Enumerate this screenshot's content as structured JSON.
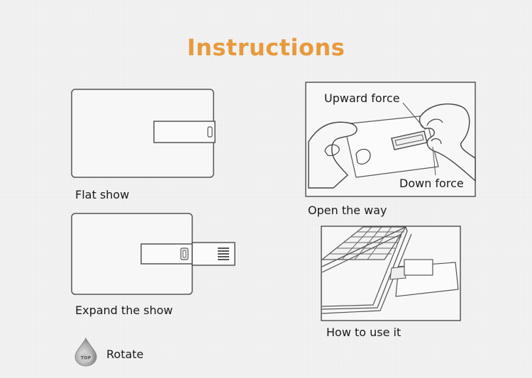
{
  "title": "Instructions",
  "captions": {
    "flat_show": "Flat show",
    "expand_show": "Expand the show",
    "open_way": "Open the way",
    "how_to_use": "How to use it",
    "rotate": "Rotate"
  },
  "callouts": {
    "upward_force": "Upward force",
    "down_force": "Down force"
  },
  "rotate_badge": "TOP",
  "colors": {
    "title": "#e79a3c",
    "background": "#f3f3f3",
    "line": "#444444"
  },
  "icons": [
    "water-drop-top-icon"
  ]
}
